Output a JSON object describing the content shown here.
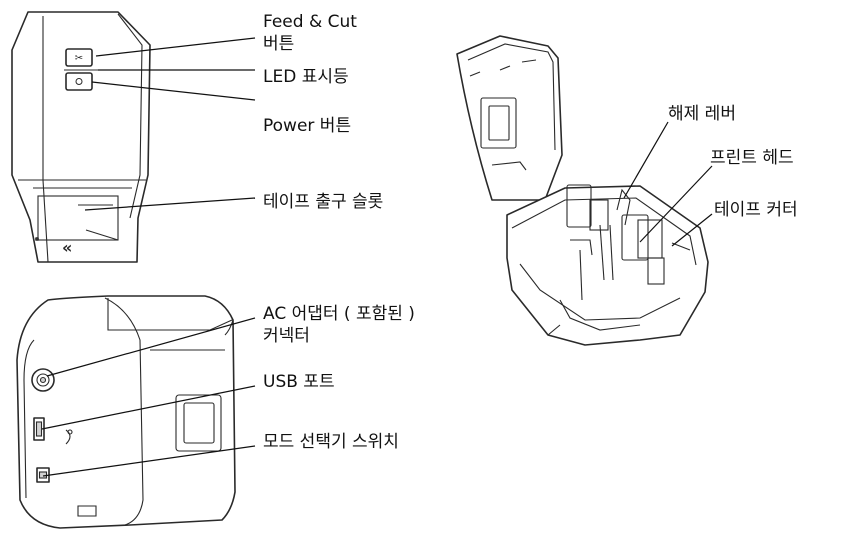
{
  "labels": {
    "feed_cut_line1": "Feed & Cut",
    "feed_cut_line2": "버튼",
    "led": "LED 표시등",
    "power": "Power 버튼",
    "tape_exit": "테이프 출구 슬롯",
    "ac_line1": "AC 어댑터 ( 포함된 )",
    "ac_line2": "커넥터",
    "usb": "USB 포트",
    "mode_switch": "모드 선택기 스위치",
    "release_lever": "해제 레버",
    "print_head": "프린트 헤드",
    "tape_cutter": "테이프 커터"
  },
  "icons": {
    "feed_cut": "scissors-icon",
    "power": "power-icon",
    "tape_exit": "double-chevron-left-icon"
  },
  "colors": {
    "ink": "#111111",
    "shade": "#d2d2d2"
  }
}
